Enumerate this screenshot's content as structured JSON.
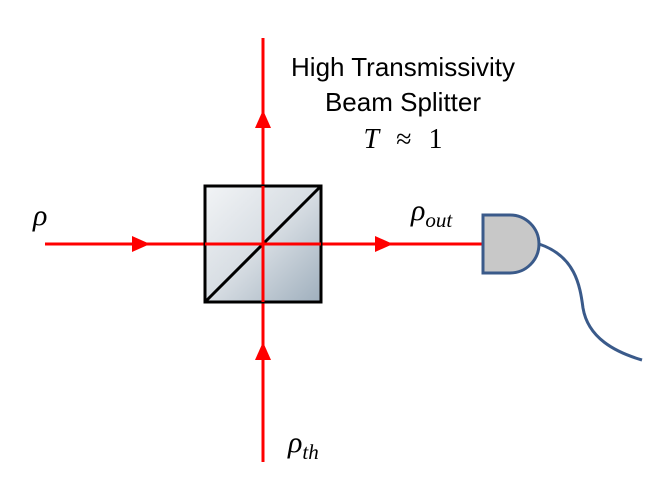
{
  "labels": {
    "title_line1": "High Transmissivity",
    "title_line2": "Beam Splitter",
    "transmissivity": {
      "symbol": "T",
      "relation": "≈",
      "value": "1"
    },
    "input_state": {
      "symbol": "ρ"
    },
    "output_state": {
      "symbol": "ρ",
      "subscript": "out"
    },
    "thermal_state": {
      "symbol": "ρ",
      "subscript": "th"
    }
  },
  "colors": {
    "beam": "#ff0000",
    "detector_fill": "#c8c8c8",
    "detector_stroke": "#3a5a8a",
    "splitter_edge": "#000000"
  },
  "icons": {
    "beam_splitter": "beam-splitter-cube-icon",
    "detector": "photodetector-icon"
  }
}
